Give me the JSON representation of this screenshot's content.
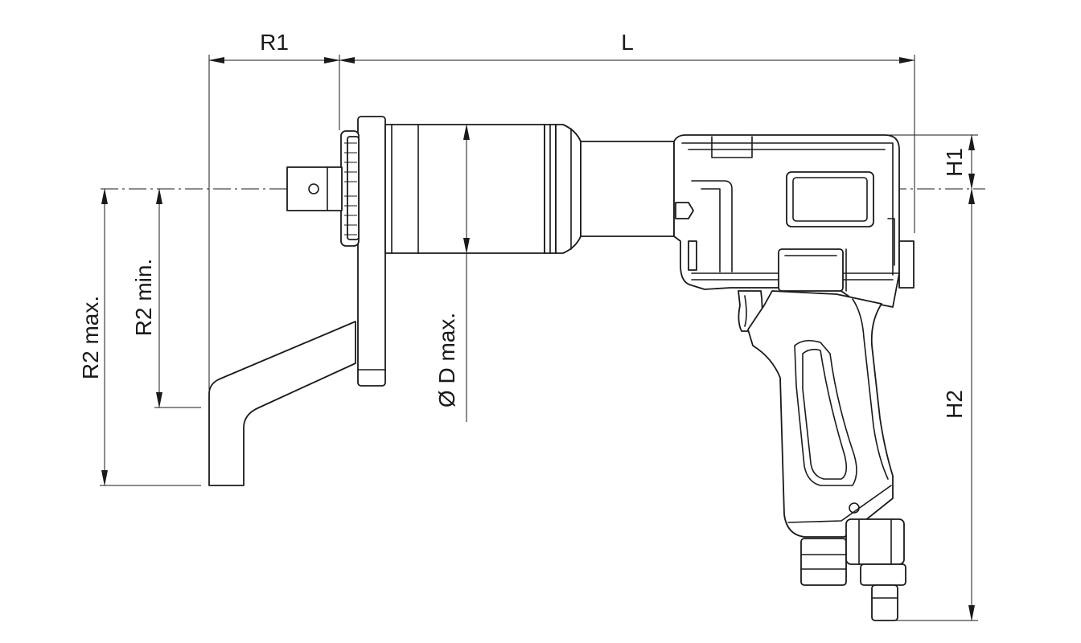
{
  "dimensions": {
    "r1": "R1",
    "l": "L",
    "h1": "H1",
    "h2": "H2",
    "r2_max": "R2 max.",
    "r2_min": "R2 min.",
    "d_max": "Ø D max."
  }
}
